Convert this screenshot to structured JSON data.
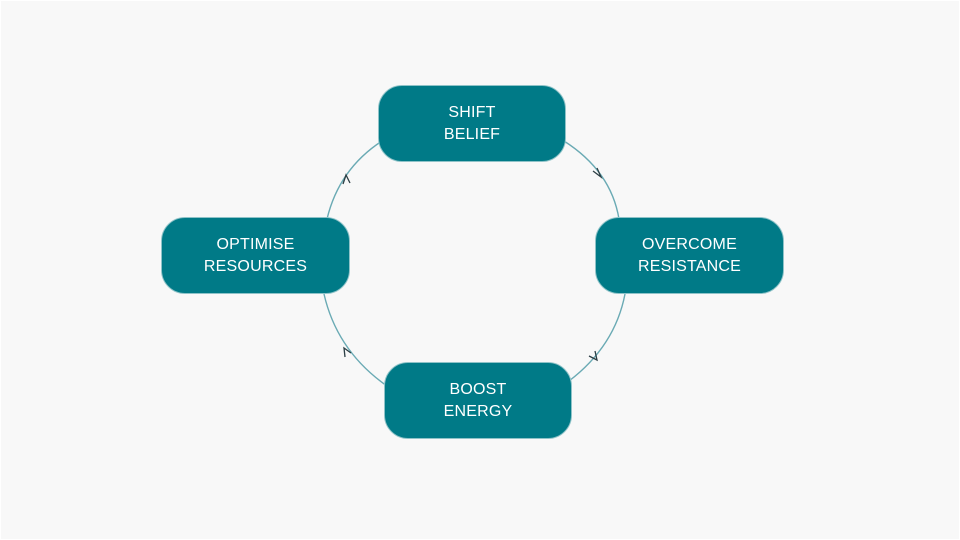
{
  "diagram": {
    "type": "cycle",
    "colors": {
      "node_fill": "#007a87",
      "node_text": "#ffffff",
      "connector": "#6aaab4",
      "arrowhead": "#2c3e44",
      "background": "#f8f8f8"
    },
    "nodes": [
      {
        "id": "top",
        "label": "SHIFT\nBELIEF"
      },
      {
        "id": "right",
        "label": "OVERCOME\nRESISTANCE"
      },
      {
        "id": "bottom",
        "label": "BOOST\nENERGY"
      },
      {
        "id": "left",
        "label": "OPTIMISE\nRESOURCES"
      }
    ],
    "edges": [
      {
        "from": "top",
        "to": "right"
      },
      {
        "from": "right",
        "to": "bottom"
      },
      {
        "from": "bottom",
        "to": "left"
      },
      {
        "from": "left",
        "to": "top"
      }
    ]
  }
}
